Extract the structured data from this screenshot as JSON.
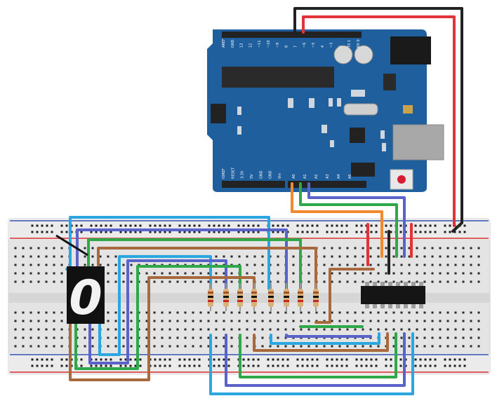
{
  "board": {
    "top_header_labels": [
      "AREF",
      "GND",
      "13",
      "12",
      "~11",
      "~10",
      "~9",
      "8",
      "7",
      "~6",
      "~5",
      "4",
      "~3",
      "2",
      "TX 1",
      "RX 0"
    ],
    "power_header_labels": [
      "IOREF",
      "RESET",
      "3.3V",
      "5V",
      "GND",
      "GND",
      "Vin"
    ],
    "analog_header_labels": [
      "A0",
      "A1",
      "A2",
      "A3",
      "A4",
      "A5"
    ],
    "reset_button_color": "#d81d32",
    "board_color": "#1f5f9e"
  },
  "breadboard": {
    "rail_red_color": "#d9302f",
    "rail_blue_color": "#3052b3",
    "body_color": "#e6e6e6"
  },
  "display": {
    "digit": "0",
    "segment_color": "#f2f2f2"
  },
  "wires": {
    "black": "#222222",
    "red": "#e3333a",
    "orange": "#f08a2c",
    "green": "#2fa84a",
    "blue": "#5a63c9",
    "cyan": "#2aa7e0",
    "brown": "#a86a3d"
  },
  "resistors": {
    "count": 8
  },
  "chip": {
    "pins_per_side": 8
  }
}
